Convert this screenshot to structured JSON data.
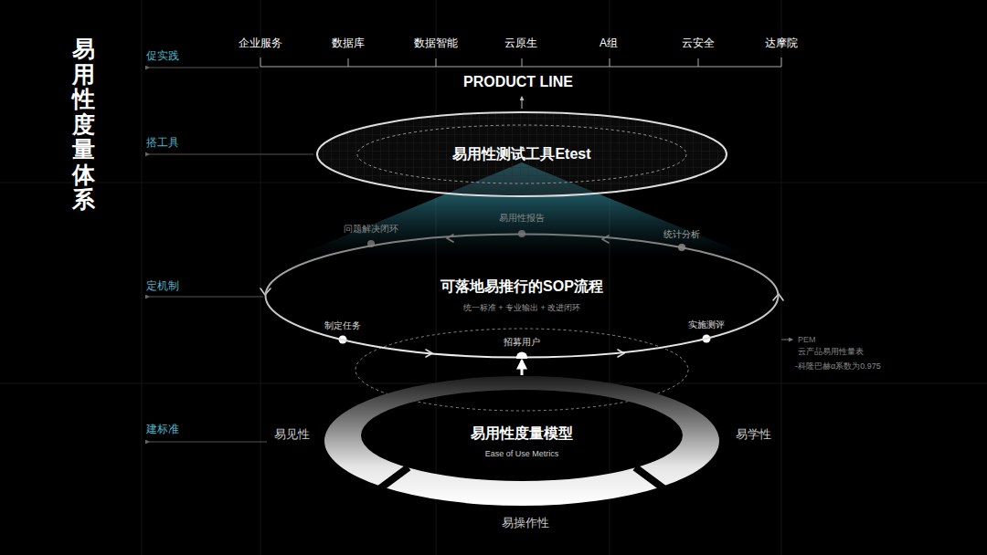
{
  "diagram": {
    "title": "易用性度量体系",
    "nodes": [
      {
        "text": [
          "易用性测试工具Etest"
        ]
      },
      {
        "text": [
          "可落地易推行的SOP流程",
          "统一标准 + 专业输出 + 改进闭环"
        ]
      },
      {
        "text": [
          "易用性度量模型",
          "Ease of Use Metrics"
        ]
      }
    ],
    "edges": [
      {
        "from": 2,
        "to": 1,
        "arrow": "to"
      }
    ],
    "labels": [
      "促实践",
      "搭工具",
      "定机制",
      "建标准",
      "企业服务",
      "数据库",
      "数据智能",
      "云原生",
      "A组",
      "云安全",
      "达摩院",
      "PRODUCT LINE",
      "问题解决闭环",
      "易用性报告",
      "统计分析",
      "制定任务",
      "招募用户",
      "实施测评",
      "PEM",
      "云产品易用性量表",
      "-科隆巴赫α系数为0.975",
      "易见性",
      "易学性",
      "易操作性"
    ]
  }
}
